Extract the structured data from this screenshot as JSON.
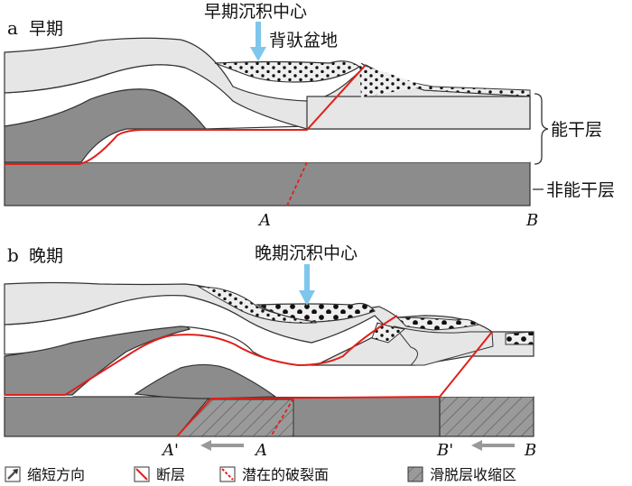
{
  "panel_a": {
    "letter": "a",
    "title": "早期",
    "deposition_center": "早期沉积中心",
    "basin_label": "背驮盆地",
    "competent_layer": "能干层",
    "incompetent_layer": "非能干层",
    "point_a": "A",
    "point_b": "B"
  },
  "panel_b": {
    "letter": "b",
    "title": "晚期",
    "deposition_center": "晚期沉积中心",
    "point_a_prime": "A'",
    "point_a": "A",
    "point_b_prime": "B'",
    "point_b": "B"
  },
  "legend": {
    "shortening": "缩短方向",
    "fault": "断层",
    "potential_rupture": "潜在的破裂面",
    "detachment_shortening": "滑脱层收缩区"
  },
  "colors": {
    "dark_gray": "#8c8c8c",
    "light_gray": "#e6e6e6",
    "fault_red": "#e0201b",
    "arrow_blue": "#7fc6ec",
    "outline": "#333333"
  }
}
